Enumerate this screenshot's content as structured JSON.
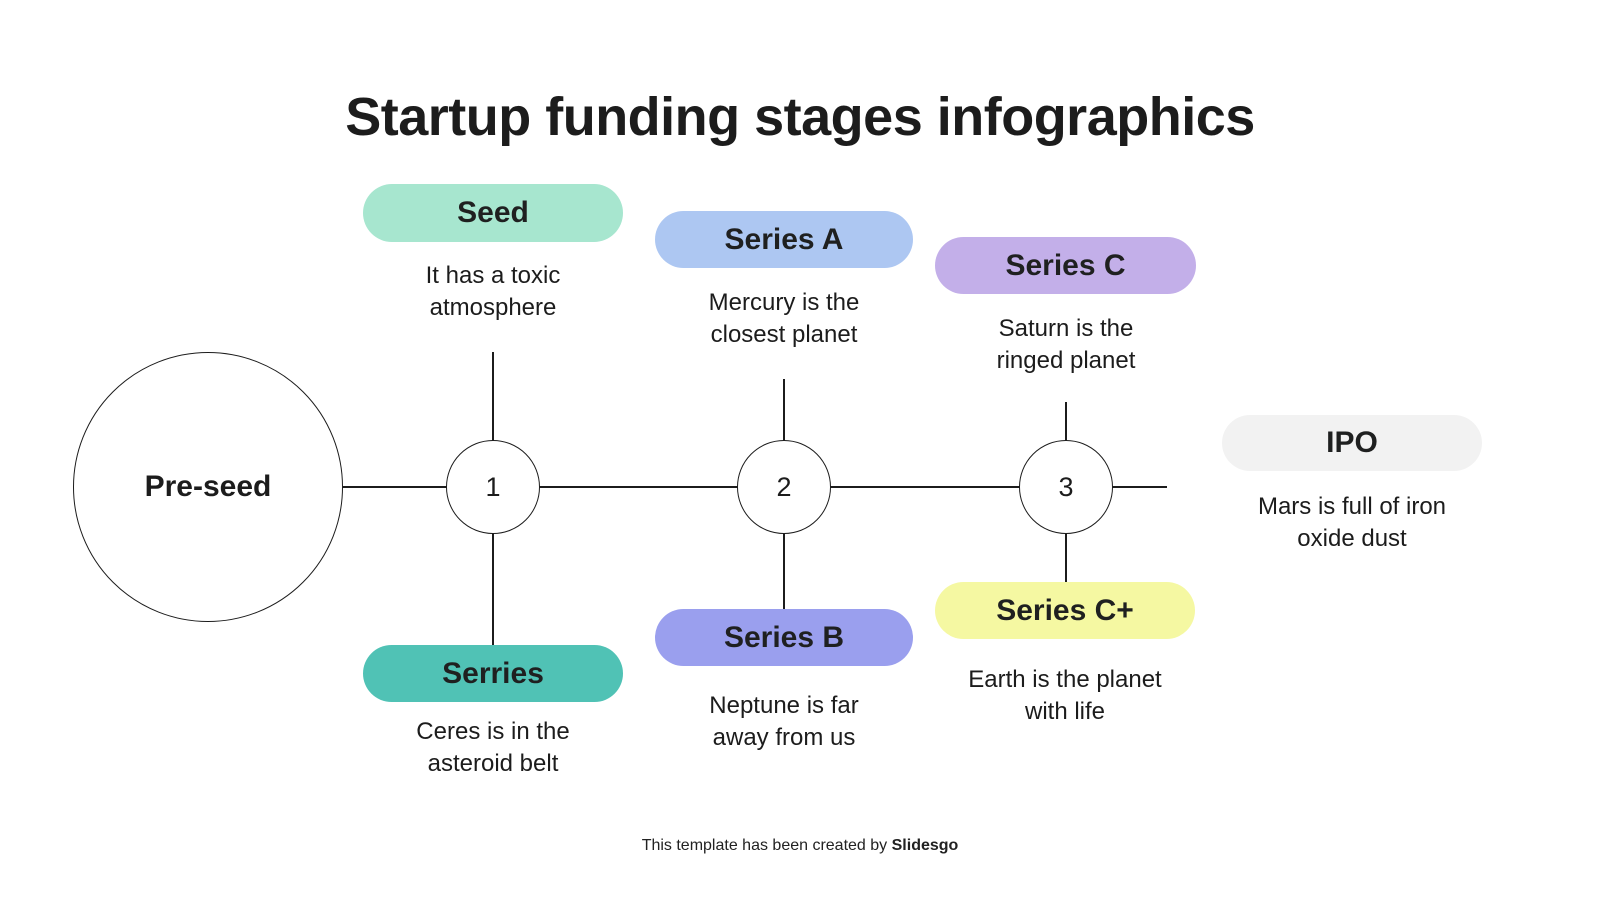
{
  "title": "Startup funding stages infographics",
  "timeline": {
    "start": "Pre-seed",
    "nodes": [
      "1",
      "2",
      "3"
    ]
  },
  "stages": {
    "seed": {
      "label": "Seed",
      "description": "It has a toxic atmosphere",
      "color": "#a7e6cf"
    },
    "serries": {
      "label": "Serries",
      "description": "Ceres is in the asteroid belt",
      "color": "#50c2b5"
    },
    "series_a": {
      "label": "Series A",
      "description": "Mercury is the closest planet",
      "color": "#adc7f2"
    },
    "series_b": {
      "label": "Series B",
      "description": "Neptune is far away from us",
      "color": "#9a9fee"
    },
    "series_c": {
      "label": "Series C",
      "description": "Saturn is the ringed planet",
      "color": "#c3afe9"
    },
    "series_c_plus": {
      "label": "Series C+",
      "description": "Earth is the planet with life",
      "color": "#f5f8a2"
    },
    "ipo": {
      "label": "IPO",
      "description": "Mars is full of iron oxide dust",
      "color": "#f2f2f2"
    }
  },
  "footer": {
    "prefix": "This template has been created by",
    "brand": "Slidesgo"
  }
}
